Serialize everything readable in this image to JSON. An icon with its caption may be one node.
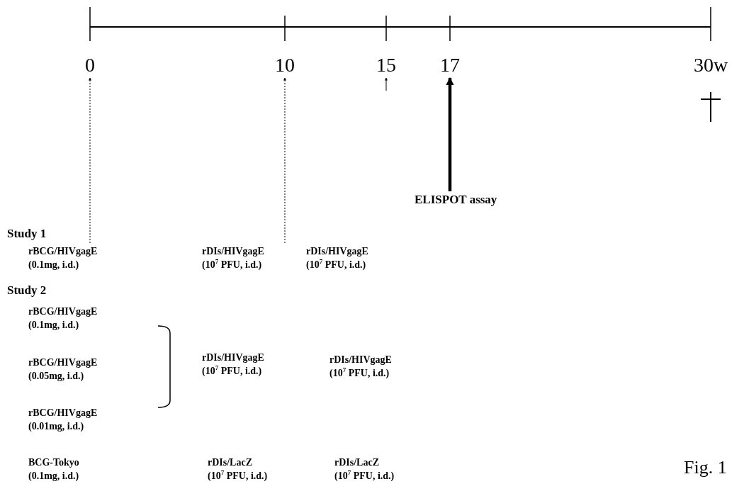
{
  "diagram": {
    "caption": "Fig. 1",
    "nodes": [
      {
        "text": [
          "0"
        ]
      },
      {
        "text": [
          "10"
        ]
      },
      {
        "text": [
          "15"
        ]
      },
      {
        "text": [
          "17"
        ]
      },
      {
        "text": [
          "30w"
        ]
      },
      {
        "text": [
          "ELISPOT assay"
        ]
      },
      {
        "text": [
          "rBCG/HIVgagE",
          "(0.1mg, i.d.)"
        ]
      },
      {
        "text": [
          "rDIs/HIVgagE",
          "(10$^{7}$ PFU, i.d.)"
        ]
      },
      {
        "text": [
          "rDIs/HIVgagE",
          "(10$^{7}$ PFU, i.d.)"
        ]
      }
    ],
    "edges": [
      {
        "from": 6,
        "to": 0,
        "arrow": "to",
        "style": "dashed"
      },
      {
        "from": 7,
        "to": 1,
        "arrow": "to",
        "style": "dashed"
      },
      {
        "from": null,
        "to": 2,
        "arrow": "to"
      },
      {
        "from": 5,
        "to": 3,
        "arrow": "to",
        "style": "thick"
      }
    ],
    "labels": [
      "Study 1",
      "Study 2",
      "rBCG/HIVgagE",
      "(0.1mg, i.d.)",
      "rDIs/HIVgagE",
      "(10$^{7}$ PFU, i.d.)",
      "rDIs/HIVgagE",
      "(10$^{7}$ PFU, i.d.)",
      "rBCG/HIVgagE",
      "(0.05mg, i.d.)",
      "rBCG/HIVgagE",
      "(0.01mg, i.d.)",
      "BCG-Tokyo",
      "(0.1mg, i.d.)",
      "rDIs/LacZ",
      "(10$^{7}$ PFU, i.d.)",
      "rDIs/LacZ",
      "(10$^{7}$ PFU, i.d.)"
    ]
  }
}
